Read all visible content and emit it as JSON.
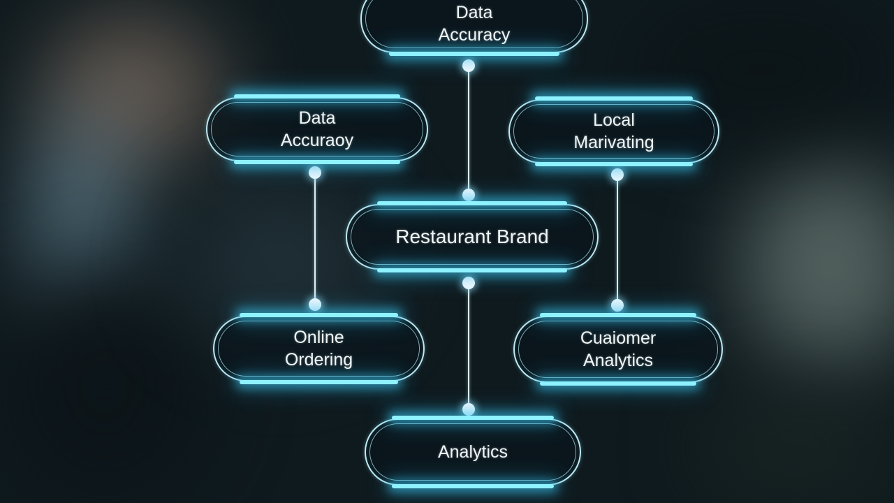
{
  "diagram": {
    "title": "Restaurant Brand",
    "accent_color": "#8ff2ff",
    "nodes": {
      "top": {
        "label": "Data\nAccuracy"
      },
      "upper_left": {
        "label": "Data\nAccuraoy"
      },
      "upper_right": {
        "label": "Local\nMarivating"
      },
      "center": {
        "label": "Restaurant Brand"
      },
      "lower_left": {
        "label": "Online\nOrdering"
      },
      "lower_right": {
        "label": "Cuaiomer\nAnalytics"
      },
      "bottom": {
        "label": "Analytics"
      }
    },
    "connections": [
      {
        "from": "top",
        "to": "center"
      },
      {
        "from": "center",
        "to": "bottom"
      },
      {
        "from": "upper_left",
        "to": "lower_left"
      },
      {
        "from": "upper_right",
        "to": "lower_right"
      }
    ]
  }
}
